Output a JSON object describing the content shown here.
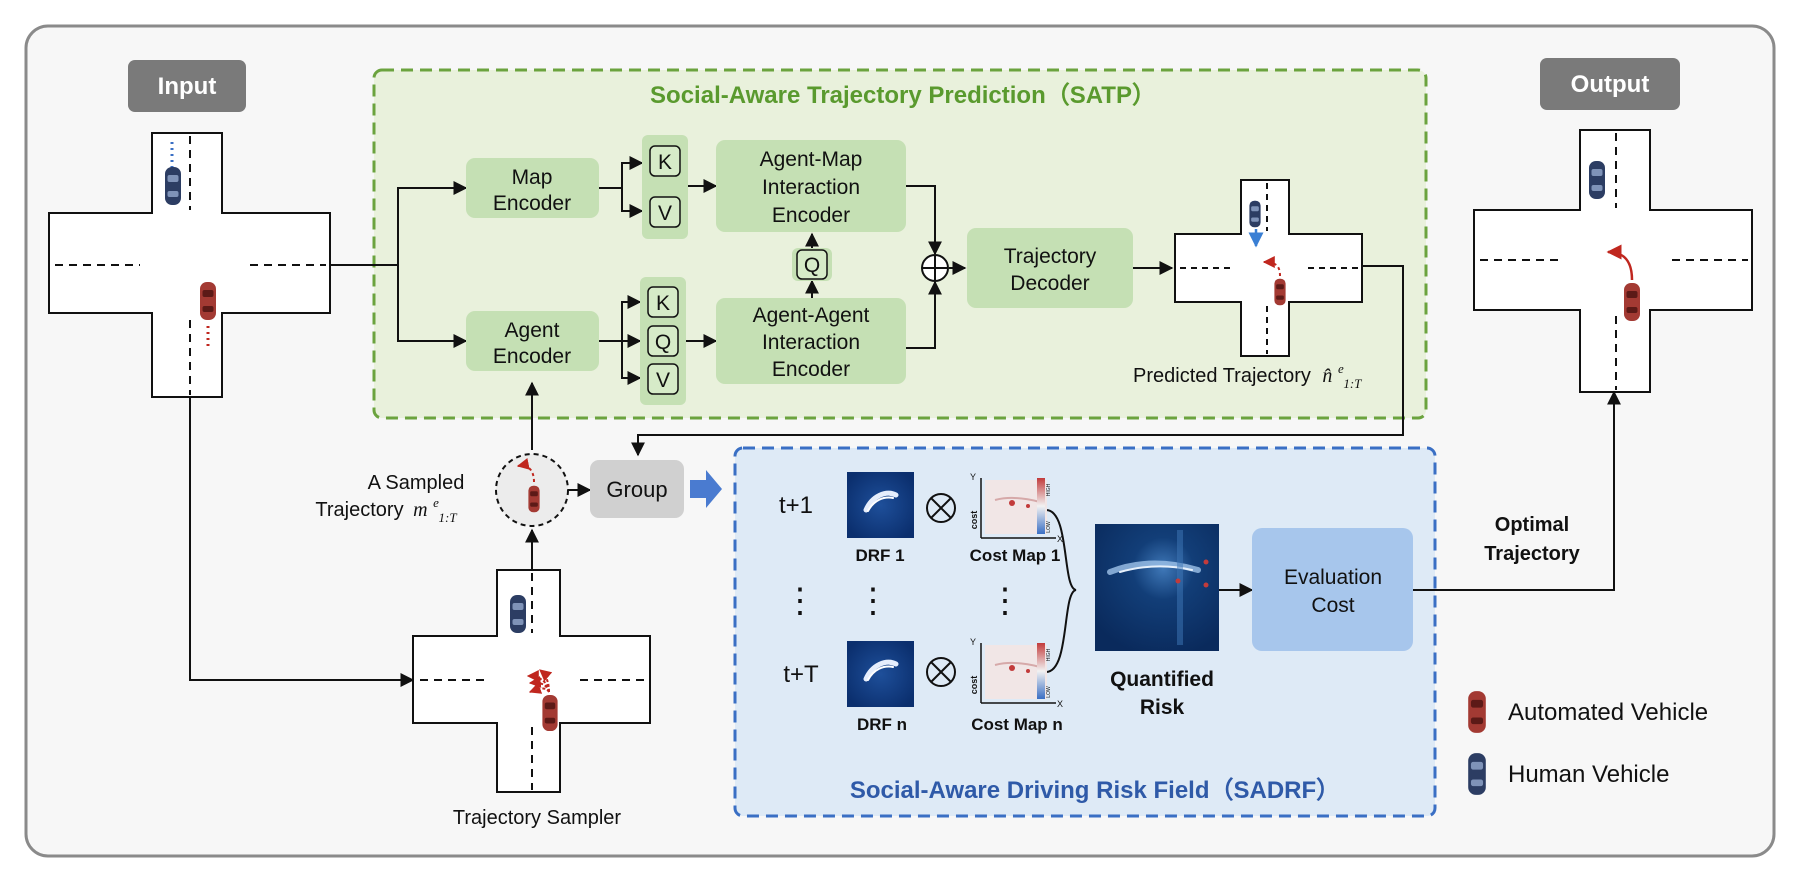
{
  "input_label": "Input",
  "output_label": "Output",
  "satp": {
    "title": "Social-Aware Trajectory Prediction（SATP）",
    "map_encoder": [
      "Map",
      "Encoder"
    ],
    "agent_encoder": [
      "Agent",
      "Encoder"
    ],
    "k": "K",
    "v": "V",
    "q": "Q",
    "agent_map_encoder": [
      "Agent-Map",
      "Interaction",
      "Encoder"
    ],
    "agent_agent_encoder": [
      "Agent-Agent",
      "Interaction",
      "Encoder"
    ],
    "trajectory_decoder": [
      "Trajectory",
      "Decoder"
    ],
    "predicted_trajectory": "Predicted Trajectory",
    "predicted_symbol": "n̂",
    "predicted_sup": "e",
    "predicted_sub": "1:T"
  },
  "sampled_trajectory": {
    "line1": "A Sampled",
    "line2": "Trajectory",
    "symbol": "m",
    "sup": "e",
    "sub": "1:T"
  },
  "group_label": "Group",
  "trajectory_sampler": "Trajectory Sampler",
  "sadrf": {
    "title": "Social-Aware Driving Risk Field（SADRF）",
    "t_first": "t+1",
    "t_last": "t+T",
    "drf_first": "DRF 1",
    "drf_last": "DRF n",
    "cost_first": "Cost Map 1",
    "cost_last": "Cost Map n",
    "otimes": "⊗",
    "dots": "⋮",
    "axis_y": "Y",
    "axis_x": "X",
    "axis_cost": "cost",
    "scale_high": "HIGH",
    "scale_low": "LOW",
    "quantified_risk": [
      "Quantified",
      "Risk"
    ],
    "evaluation_cost": [
      "Evaluation",
      "Cost"
    ]
  },
  "optimal_trajectory": [
    "Optimal",
    "Trajectory"
  ],
  "legend": {
    "automated": "Automated Vehicle",
    "human": "Human Vehicle"
  },
  "colors": {
    "satp_fill": "#e9f1dc",
    "satp_border": "#6ba33e",
    "satp_title": "#5a9a2e",
    "green_box": "#c5e0b4",
    "sadrf_fill": "#deeaf6",
    "sadrf_border": "#3a6fc4",
    "sadrf_title": "#2f5aa8",
    "eval_box": "#a7c6ec",
    "label_box": "#7a7a7a",
    "group_box": "#d0d0d0",
    "automated_vehicle": "#a33a33",
    "human_vehicle": "#2c3d63"
  }
}
